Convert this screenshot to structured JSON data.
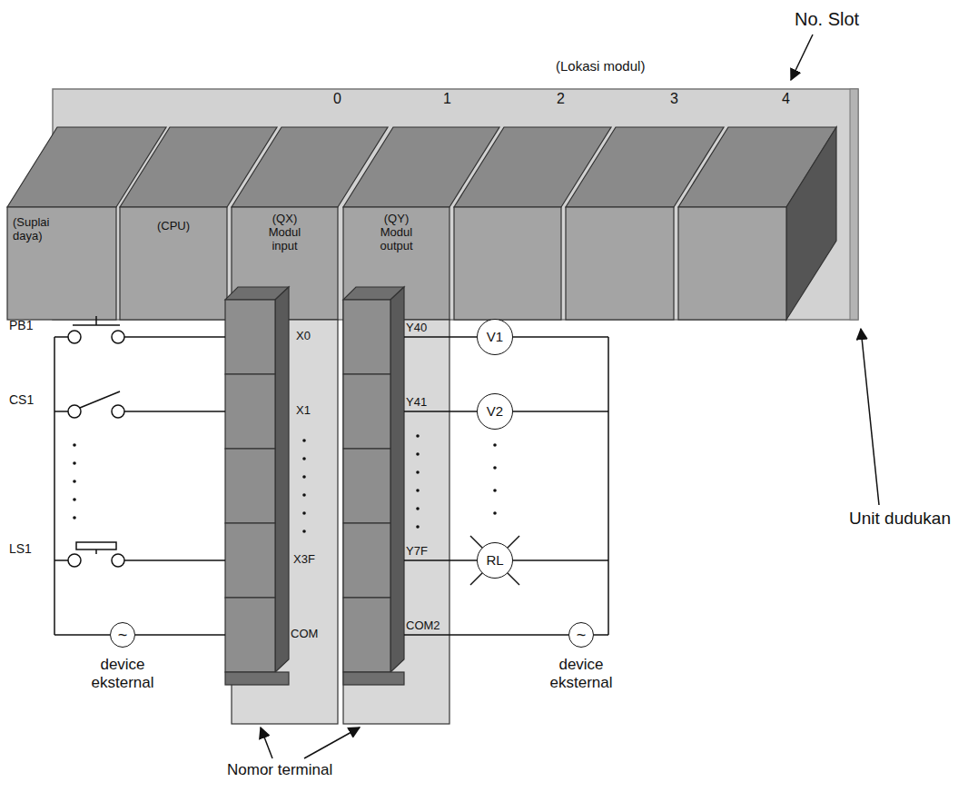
{
  "diagram": {
    "nodes": [
      {
        "text": [
          "(Suplai daya)"
        ]
      },
      {
        "text": [
          "(CPU)"
        ]
      },
      {
        "text": [
          "(QX)",
          "Modul input"
        ]
      },
      {
        "text": [
          "(QY)",
          "Modul output"
        ]
      },
      {
        "text": [
          "V1"
        ]
      },
      {
        "text": [
          "V2"
        ]
      },
      {
        "text": [
          "RL"
        ]
      },
      {
        "text": [
          "~"
        ]
      },
      {
        "text": [
          "~"
        ]
      }
    ],
    "labels": [
      "No. Slot",
      "(Lokasi modul)",
      "0",
      "1",
      "2",
      "3",
      "4",
      "X0",
      "X1",
      "X3F",
      "COM",
      "Y40",
      "Y41",
      "Y7F",
      "COM2",
      "PB1",
      "CS1",
      "LS1",
      "device eksternal",
      "device eksternal",
      "Unit dudukan",
      "Nomor terminal"
    ]
  }
}
